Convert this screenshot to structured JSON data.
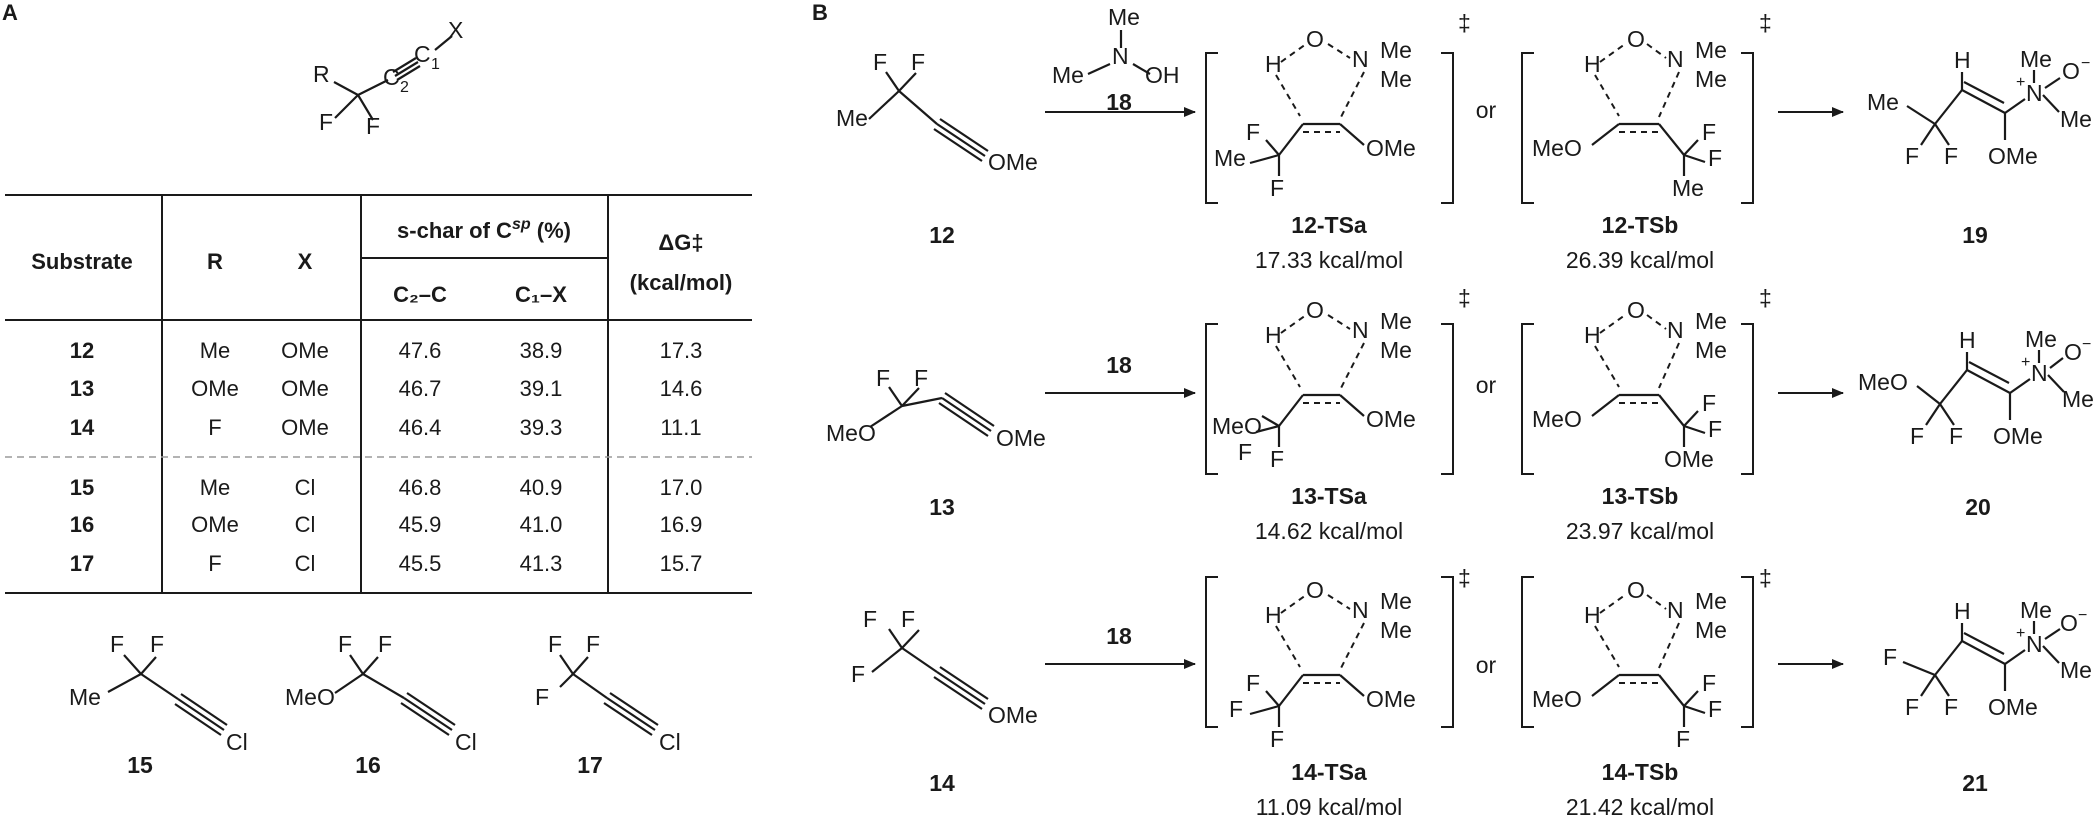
{
  "panels": {
    "a": "A",
    "b": "B"
  },
  "atoms": {
    "R": "R",
    "X": "X",
    "C": "C",
    "F": "F",
    "Me": "Me",
    "OMe": "OMe",
    "MeO": "MeO",
    "Cl": "Cl",
    "N": "N",
    "O": "O",
    "OH": "OH",
    "H": "H",
    "one": "1",
    "two": "2",
    "plus": "+",
    "minus": "−",
    "dagger": "‡"
  },
  "table": {
    "headers": {
      "substrate": "Substrate",
      "r": "R",
      "x": "X",
      "schar_prefix": "s-char of C",
      "schar_sup": "sp",
      "schar_suffix": " (%)",
      "c2c": "C₂–C",
      "c1x": "C₁–X",
      "dg": "ΔG‡",
      "dg_unit": "(kcal/mol)"
    },
    "rows": [
      {
        "substrate": "12",
        "r": "Me",
        "x": "OMe",
        "c2c": "47.6",
        "c1x": "38.9",
        "dg": "17.3"
      },
      {
        "substrate": "13",
        "r": "OMe",
        "x": "OMe",
        "c2c": "46.7",
        "c1x": "39.1",
        "dg": "14.6"
      },
      {
        "substrate": "14",
        "r": "F",
        "x": "OMe",
        "c2c": "46.4",
        "c1x": "39.3",
        "dg": "11.1"
      },
      {
        "substrate": "15",
        "r": "Me",
        "x": "Cl",
        "c2c": "46.8",
        "c1x": "40.9",
        "dg": "17.0"
      },
      {
        "substrate": "16",
        "r": "OMe",
        "x": "Cl",
        "c2c": "45.9",
        "c1x": "41.0",
        "dg": "16.9"
      },
      {
        "substrate": "17",
        "r": "F",
        "x": "Cl",
        "c2c": "45.5",
        "c1x": "41.3",
        "dg": "15.7"
      }
    ]
  },
  "compounds": {
    "c12": "12",
    "c13": "13",
    "c14": "14",
    "c15": "15",
    "c16": "16",
    "c17": "17",
    "c18": "18",
    "c19": "19",
    "c20": "20",
    "c21": "21"
  },
  "connector": "or",
  "transition_states": {
    "ts12a": {
      "name": "12-TSa",
      "energy": "17.33 kcal/mol"
    },
    "ts12b": {
      "name": "12-TSb",
      "energy": "26.39 kcal/mol"
    },
    "ts13a": {
      "name": "13-TSa",
      "energy": "14.62 kcal/mol"
    },
    "ts13b": {
      "name": "13-TSb",
      "energy": "23.97 kcal/mol"
    },
    "ts14a": {
      "name": "14-TSa",
      "energy": "11.09 kcal/mol"
    },
    "ts14b": {
      "name": "14-TSb",
      "energy": "21.42 kcal/mol"
    }
  }
}
